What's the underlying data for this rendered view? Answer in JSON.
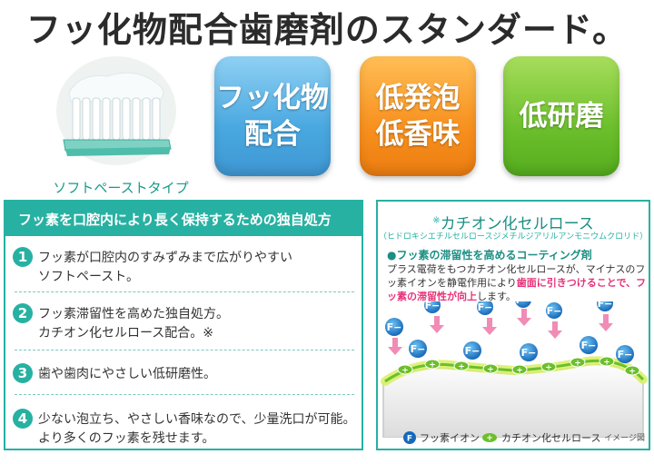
{
  "headline": "フッ化物配合歯磨剤のスタンダード。",
  "brush_caption": "ソフトペーストタイプ",
  "badges": [
    {
      "line1": "フッ化物",
      "line2": "配合"
    },
    {
      "line1": "低発泡",
      "line2": "低香味"
    },
    {
      "line1": "低研磨",
      "line2": ""
    }
  ],
  "left_panel": {
    "header": "フッ素を口腔内により長く保持するための独自処方",
    "points": [
      {
        "num": "1",
        "line1": "フッ素が口腔内のすみずみまで広がりやすい",
        "line2": "ソフトペースト。"
      },
      {
        "num": "2",
        "line1": "フッ素滞留性を高めた独自処方。",
        "line2": "カチオン化セルロース配合。※"
      },
      {
        "num": "3",
        "line1": "歯や歯肉にやさしい低研磨性。",
        "line2": ""
      },
      {
        "num": "4",
        "line1": "少ない泡立ち、やさしい香味なので、少量洗口が可能。",
        "line2": "より多くのフッ素を残せます。"
      }
    ]
  },
  "right_panel": {
    "title_mark": "※",
    "title": "カチオン化セルロース",
    "subtitle": "（ヒドロキシエチルセルロースジメチルジアリルアンモニウムクロリド）",
    "heading": "●フッ素の滞留性を高めるコーティング剤",
    "body_plain": "プラス電荷をもつカチオン化セルロースが、マイナスのフッ素イオンを静電作用により",
    "body_highlight": "歯面に引きつけることで、フッ素の滞留性が向上",
    "body_end": "します。",
    "legend_fluoride": "フッ素イオン",
    "legend_cation": "カチオン化セルロース",
    "legend_note": "イメージ図",
    "ion_symbol": "F",
    "ion_charge": "−",
    "cation_symbol": "+"
  },
  "colors": {
    "teal": "#27b1a2",
    "blue_badge": "#49a8e0",
    "orange_badge": "#f7901e",
    "green_badge": "#6cbf2c",
    "highlight": "#e6327a"
  }
}
